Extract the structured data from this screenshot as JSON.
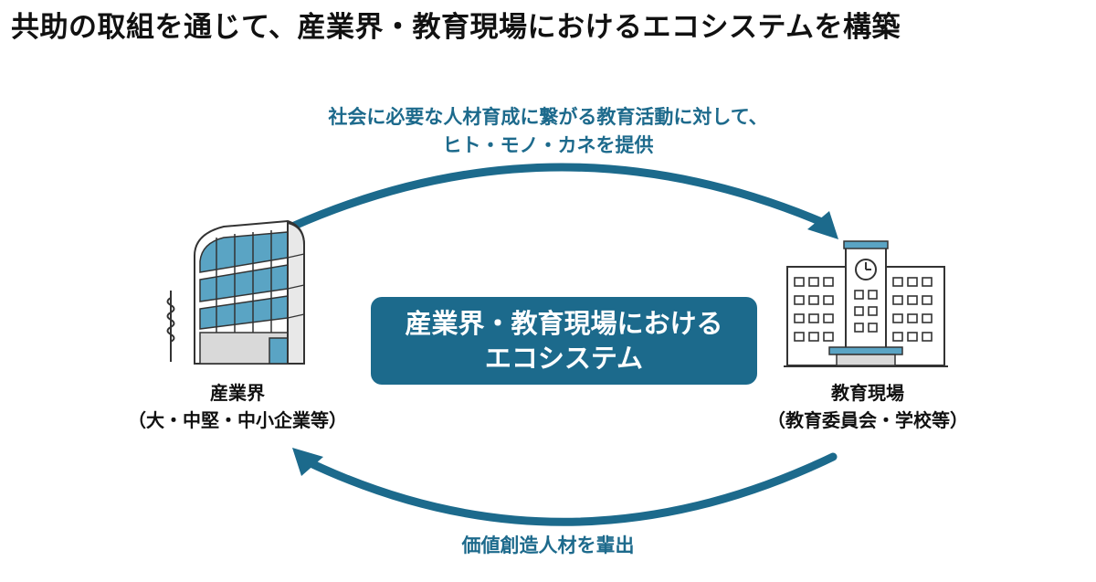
{
  "title": "共助の取組を通じて、産業界・教育現場におけるエコシステムを構築",
  "top_caption": {
    "line1": "社会に必要な人材育成に繋がる教育活動に対して、",
    "line2": "ヒト・モノ・カネを提供"
  },
  "center": {
    "line1": "産業界・教育現場における",
    "line2": "エコシステム"
  },
  "industry": {
    "name": "産業界",
    "detail": "（大・中堅・中小企業等）",
    "icon": "office-building-icon"
  },
  "education": {
    "name": "教育現場",
    "detail": "（教育委員会・学校等）",
    "icon": "school-building-icon"
  },
  "bottom_caption": "価値創造人材を輩出",
  "colors": {
    "accent": "#1c6a8c",
    "glass": "#5aa4c4",
    "outline": "#333333"
  }
}
